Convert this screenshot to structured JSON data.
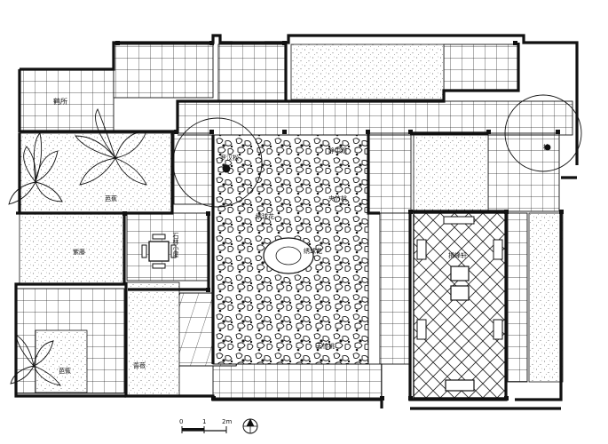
{
  "rooms": {
    "he_suo": "鹤所",
    "luohan_song": "罗汉松",
    "jing_zhong_guan": "静中观",
    "jia_zhu_tao": "夹竹桃",
    "ba_jiao_upper": "芭蕉",
    "xiu_qiu_hua_1": "绣球花",
    "xiu_qiu_hua_2": "绣球花",
    "zhi_yi_xuan": "揖峰轩",
    "zi_teng": "紫藤",
    "shi_lin_xiao_wu": "石林小屋",
    "ba_jiao_lower": "芭蕉",
    "tian_zhu_lower": "天竹桃",
    "nai_dong": "蔷薇",
    "yu": "榆"
  },
  "scale": {
    "tick_0": "0",
    "tick_1": "1",
    "tick_2": "2m"
  }
}
